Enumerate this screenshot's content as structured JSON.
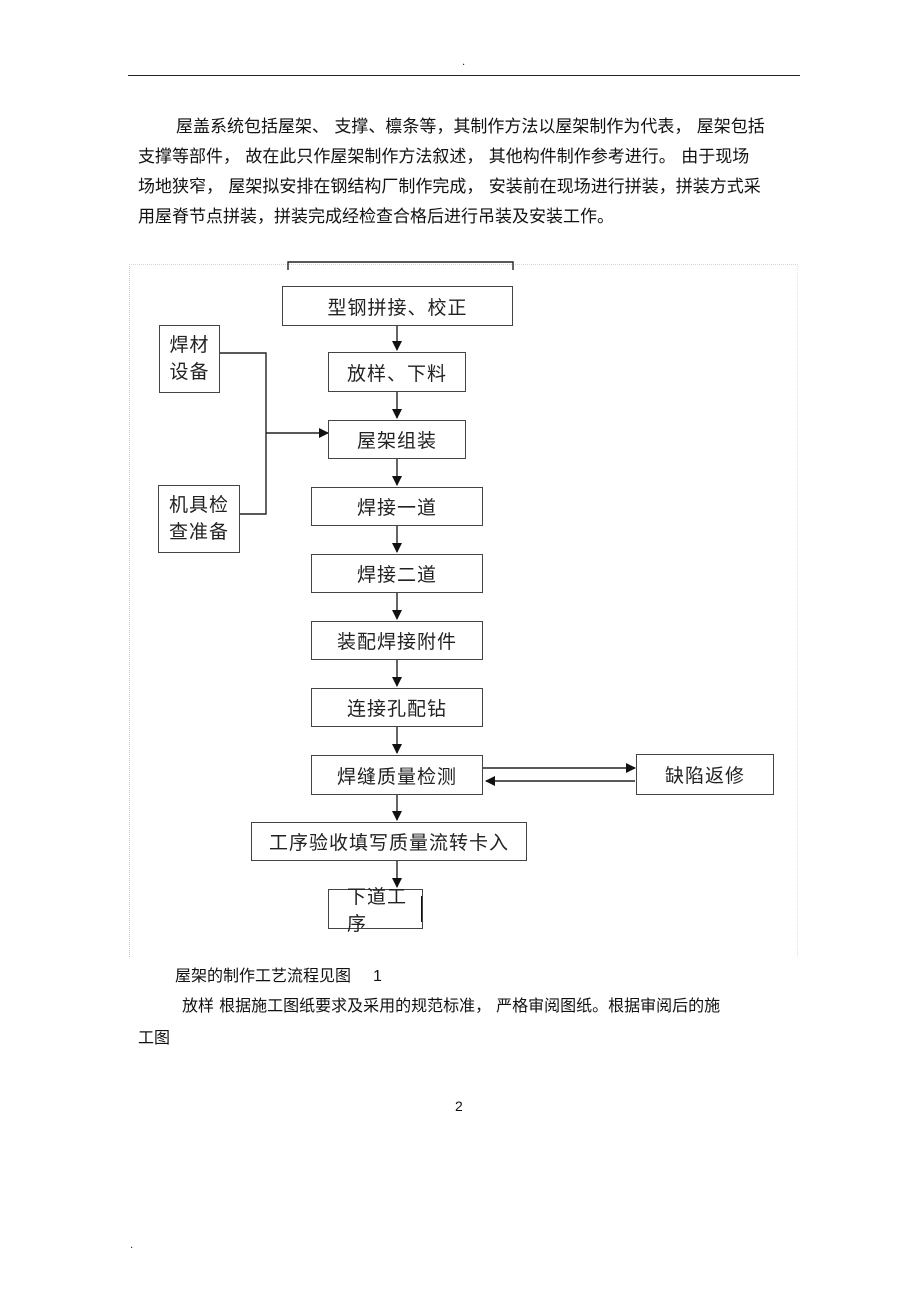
{
  "header": {
    "dot": "."
  },
  "intro": {
    "lines": [
      "屋盖系统包括屋架、  支撑、檩条等，其制作方法以屋架制作为代表，  屋架包括",
      "支撑等部件，  故在此只作屋架制作方法叙述，  其他构件制作参考进行。 由于现场",
      "场地狭窄，  屋架拟安排在钢结构厂制作完成，  安装前在现场进行拼装，拼装方式采",
      "用屋脊节点拼装，拼装完成经检查合格后进行吊装及安装工作。"
    ]
  },
  "flow": {
    "steps": [
      "型钢拼接、校正",
      "放样、下料",
      "屋架组装",
      "焊接一道",
      "焊接二道",
      "装配焊接附件",
      "连接孔配钻",
      "焊缝质量检测",
      "工序验收填写质量流转卡入",
      "下道工序"
    ],
    "side_top": [
      "焊材",
      "设备"
    ],
    "side_bottom": [
      "机具检",
      "查准备"
    ],
    "repair": "缺陷返修"
  },
  "caption": {
    "text": "屋架的制作工艺流程见图",
    "num": "1"
  },
  "body2": {
    "lines": [
      "放样 根据施工图纸要求及采用的规范标准，    严格审阅图纸。根据审阅后的施",
      "工图"
    ]
  },
  "page_number": "2",
  "footer": {
    "dot": "."
  }
}
